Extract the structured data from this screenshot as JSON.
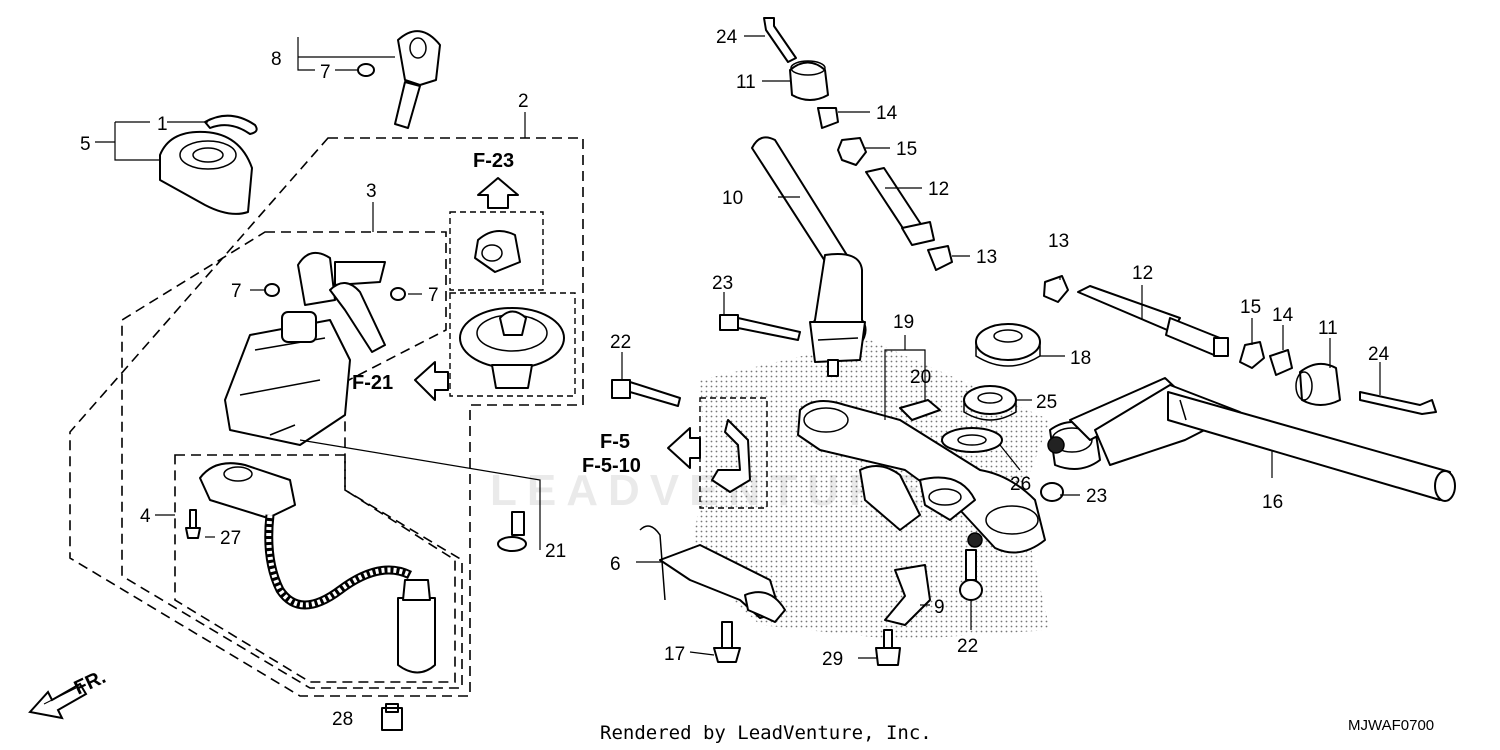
{
  "callouts": [
    "1",
    "2",
    "3",
    "4",
    "5",
    "6",
    "7",
    "7",
    "7",
    "8",
    "9",
    "10",
    "11",
    "11",
    "12",
    "12",
    "13",
    "13",
    "14",
    "14",
    "15",
    "15",
    "16",
    "17",
    "18",
    "19",
    "20",
    "21",
    "22",
    "22",
    "23",
    "23",
    "24",
    "24",
    "25",
    "26",
    "27",
    "28",
    "29"
  ],
  "refs": {
    "f23": "F-23",
    "f21": "F-21",
    "f5": "F-5",
    "f510": "F-5-10"
  },
  "front_label": "FR.",
  "footer": "Rendered by LeadVenture, Inc.",
  "diagram_code": "MJWAF0700",
  "watermark": "LEADVENTURE"
}
